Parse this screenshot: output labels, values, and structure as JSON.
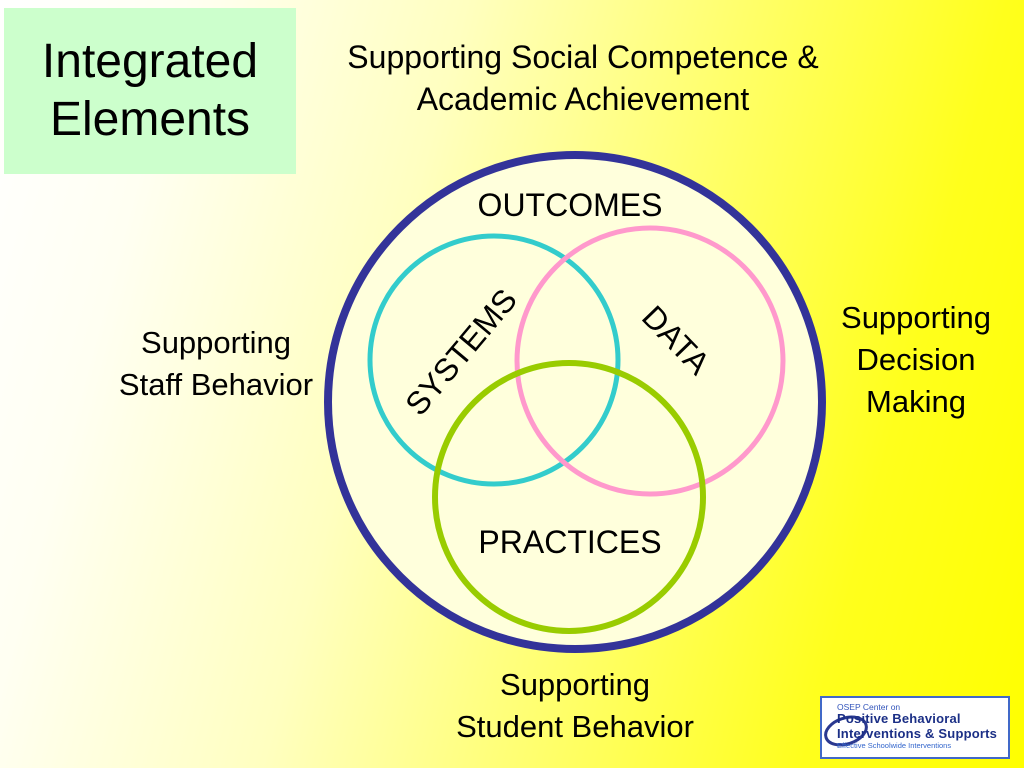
{
  "slide": {
    "corner_box": {
      "lines": [
        "Integrated",
        "Elements"
      ],
      "bg_color": "#ccffcc"
    },
    "header": {
      "lines": [
        "Supporting Social Competence &",
        "Academic Achievement"
      ]
    },
    "venn": {
      "outcomes_label": "OUTCOMES",
      "systems_label": "SYSTEMS",
      "data_label": "DATA",
      "practices_label": "PRACTICES",
      "outer_color": "#333399",
      "outer_fill": "#ffffdc",
      "systems_color": "#33cccc",
      "data_color": "#ff99cc",
      "practices_color": "#99cc00"
    },
    "side_labels": {
      "left": {
        "lines": [
          "Supporting",
          "Staff Behavior"
        ]
      },
      "right": {
        "lines": [
          "Supporting",
          "Decision",
          "Making"
        ]
      },
      "bottom": {
        "lines": [
          "Supporting",
          "Student Behavior"
        ]
      }
    },
    "logo": {
      "top_small": "OSEP Center on",
      "main_line1": "Positive Behavioral",
      "main_line2": "Interventions & Supports",
      "tagline": "Effective Schoolwide Interventions",
      "accent_color": "#2b3990"
    }
  }
}
